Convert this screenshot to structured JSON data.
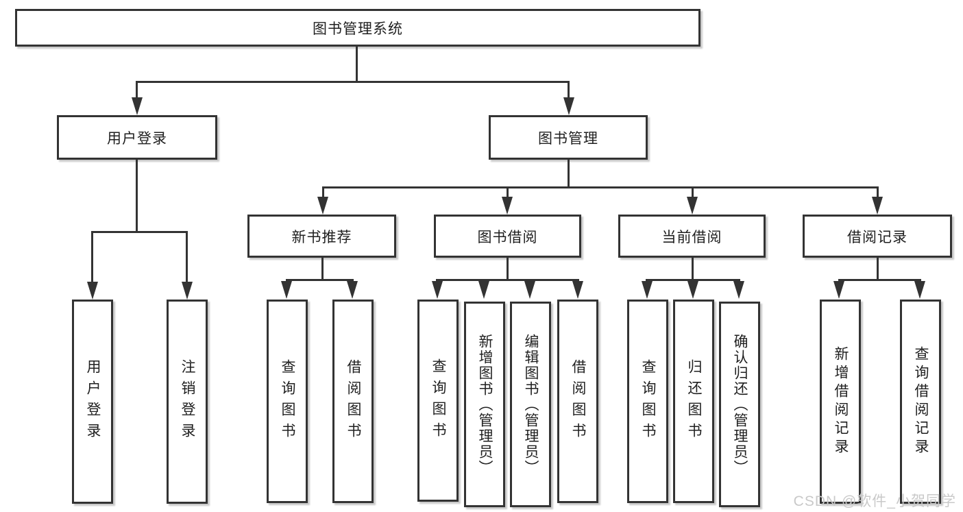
{
  "diagram": {
    "title": "图书管理系统",
    "level2": {
      "user_login": "用户登录",
      "book_management": "图书管理"
    },
    "level3": {
      "new_book_recommend": "新书推荐",
      "book_borrow": "图书借阅",
      "current_borrow": "当前借阅",
      "borrow_records": "借阅记录"
    },
    "leaves": {
      "user_login_children": [
        "用户登录",
        "注销登录"
      ],
      "new_book_children": [
        "查询图书",
        "借阅图书"
      ],
      "book_borrow_children": [
        "查询图书",
        "新增图书（管理员）",
        "编辑图书（管理员）",
        "借阅图书"
      ],
      "current_borrow_children": [
        "查询图书",
        "归还图书",
        "确认归还（管理员）"
      ],
      "borrow_records_children": [
        "新增借阅记录",
        "查询借阅记录"
      ]
    }
  },
  "watermark": "CSDN @软件_小贺同学",
  "colors": {
    "line": "#333333",
    "text": "#1f1f1f",
    "watermark": "#c9c9c9",
    "background": "#ffffff"
  }
}
